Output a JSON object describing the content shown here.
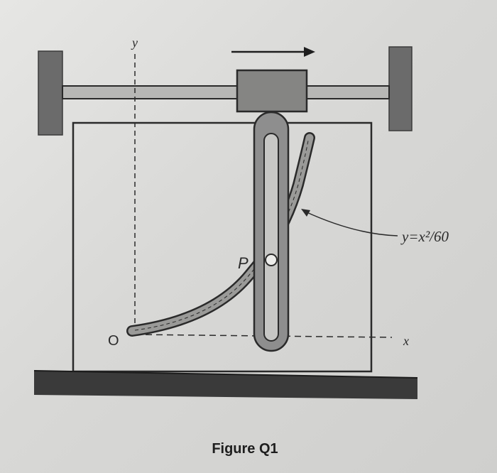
{
  "figure": {
    "caption": "Figure Q1",
    "labels": {
      "y_axis": "y",
      "x_axis": "x",
      "origin": "O",
      "pin": "P",
      "equation": "y=x²/60"
    }
  },
  "icons": {
    "motion_arrow": "right-arrow-icon",
    "wall_left": "wall-hatch-icon",
    "wall_right": "wall-hatch-icon",
    "ground": "ground-hatch-icon"
  },
  "colors": {
    "background": "#dcdcda",
    "ink": "#2a2a2a",
    "part_fill": "#8e8e8e",
    "wall_fill": "#6b6b6b",
    "ground_fill": "#3a3a3a"
  }
}
